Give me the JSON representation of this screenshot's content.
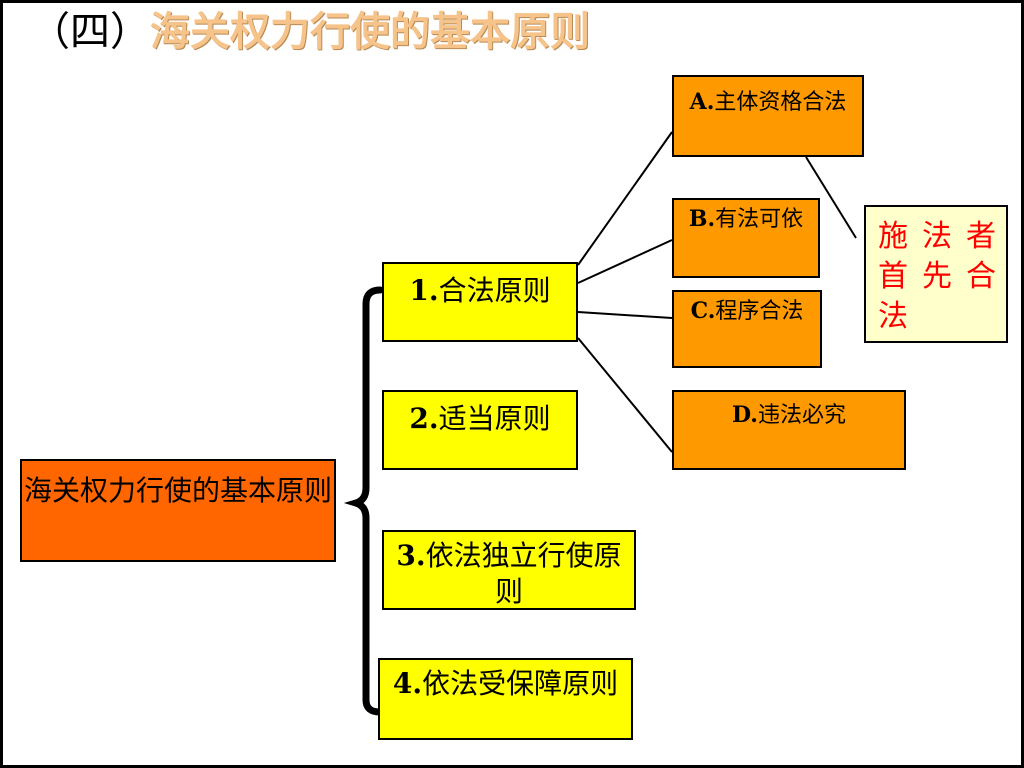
{
  "title": {
    "prefix": "（四）",
    "main": "海关权力行使的基本原则"
  },
  "root": {
    "label": "海关权力行使的基本原则"
  },
  "principles": [
    {
      "num": "1.",
      "text": "合法原则"
    },
    {
      "num": "2.",
      "text": "适当原则"
    },
    {
      "num": "3.",
      "text": "依法独立行使原则"
    },
    {
      "num": "4.",
      "text": "依法受保障原则"
    }
  ],
  "legal_subitems": [
    {
      "letter": "A.",
      "text": "主体资格合法"
    },
    {
      "letter": "B.",
      "text": "有法可依"
    },
    {
      "letter": "C.",
      "text": "程序合法"
    },
    {
      "letter": "D.",
      "text": "违法必究"
    }
  ],
  "note": {
    "text": "施法者首先合法"
  },
  "colors": {
    "root_fill": "#FF6600",
    "principle_fill": "#FFFF00",
    "subitem_fill": "#FF9900",
    "note_fill": "#FFFFCC",
    "note_text": "#FF0000",
    "title_main": "#F6C48A"
  }
}
